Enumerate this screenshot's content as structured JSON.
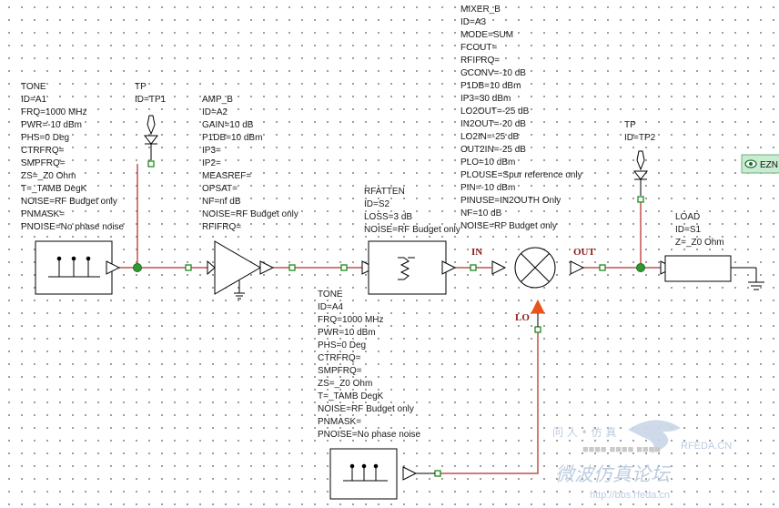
{
  "blocks": {
    "tone_a1": [
      "TONE",
      "ID=A1",
      "FRQ=1000 MHz",
      "PWR=-10 dBm",
      "PHS=0 Deg",
      "CTRFRQ=",
      "SMPFRQ=",
      "ZS=_Z0 Ohm",
      "T=_TAMB DegK",
      "NOISE=RF Budget only",
      "PNMASK=",
      "PNOISE=No phase noise"
    ],
    "tp1": [
      "TP",
      "ID=TP1"
    ],
    "amp_a2": [
      "AMP_B",
      "ID=A2",
      "GAIN=10 dB",
      "P1DB=10 dBm",
      "IP3=",
      "IP2=",
      "MEASREF=",
      "OPSAT=",
      "NF=nf dB",
      "NOISE=RF Budget only",
      "RFIFRQ="
    ],
    "atten_s2": [
      "RFATTEN",
      "ID=S2",
      "LOSS=3 dB",
      "NOISE=RF Budget only"
    ],
    "mixer_a3": [
      "MIXER_B",
      "ID=A3",
      "MODE=SUM",
      "FCOUT=",
      "RFIFRQ=",
      "GCONV=-10 dB",
      "P1DB=10 dBm",
      "IP3=30 dBm",
      "LO2OUT=-25 dB",
      "IN2OUT=-20 dB",
      "LO2IN=-25 dB",
      "OUT2IN=-25 dB",
      "PLO=10 dBm",
      "PLOUSE=Spur reference only",
      "PIN=-10 dBm",
      "PINUSE=IN2OUTH Only",
      "NF=10 dB",
      "NOISE=RF Budget only"
    ],
    "tp2": [
      "TP",
      "ID=TP2"
    ],
    "load_s1": [
      "LOAD",
      "ID=S1",
      "Z=_Z0 Ohm"
    ],
    "tone_a4": [
      "TONE",
      "ID=A4",
      "FRQ=1000 MHz",
      "PWR=10 dBm",
      "PHS=0 Deg",
      "CTRFRQ=",
      "SMPFRQ=",
      "ZS=_Z0 Ohm",
      "T=_TAMB DegK",
      "NOISE=RF Budget only",
      "PNMASK=",
      "PNOISE=No phase noise"
    ]
  },
  "pins": {
    "in": "IN",
    "out": "OUT",
    "lo": "LO"
  },
  "badge": {
    "label": "EZN",
    "icon": "eye-icon"
  },
  "watermark": {
    "line1": "问 人 • 仿 真",
    "brand": "RFEDA.CN",
    "title": "微波仿真论坛",
    "url": "http://bbs.rfeda.cn",
    "tag": "■■■■ ■■■■ ■■■■"
  },
  "colors": {
    "wire": "#c25050",
    "node": "#2f9a2f",
    "component": "#000000",
    "lo_marker": "#e8541c",
    "pin_label": "#8b1a1a"
  }
}
